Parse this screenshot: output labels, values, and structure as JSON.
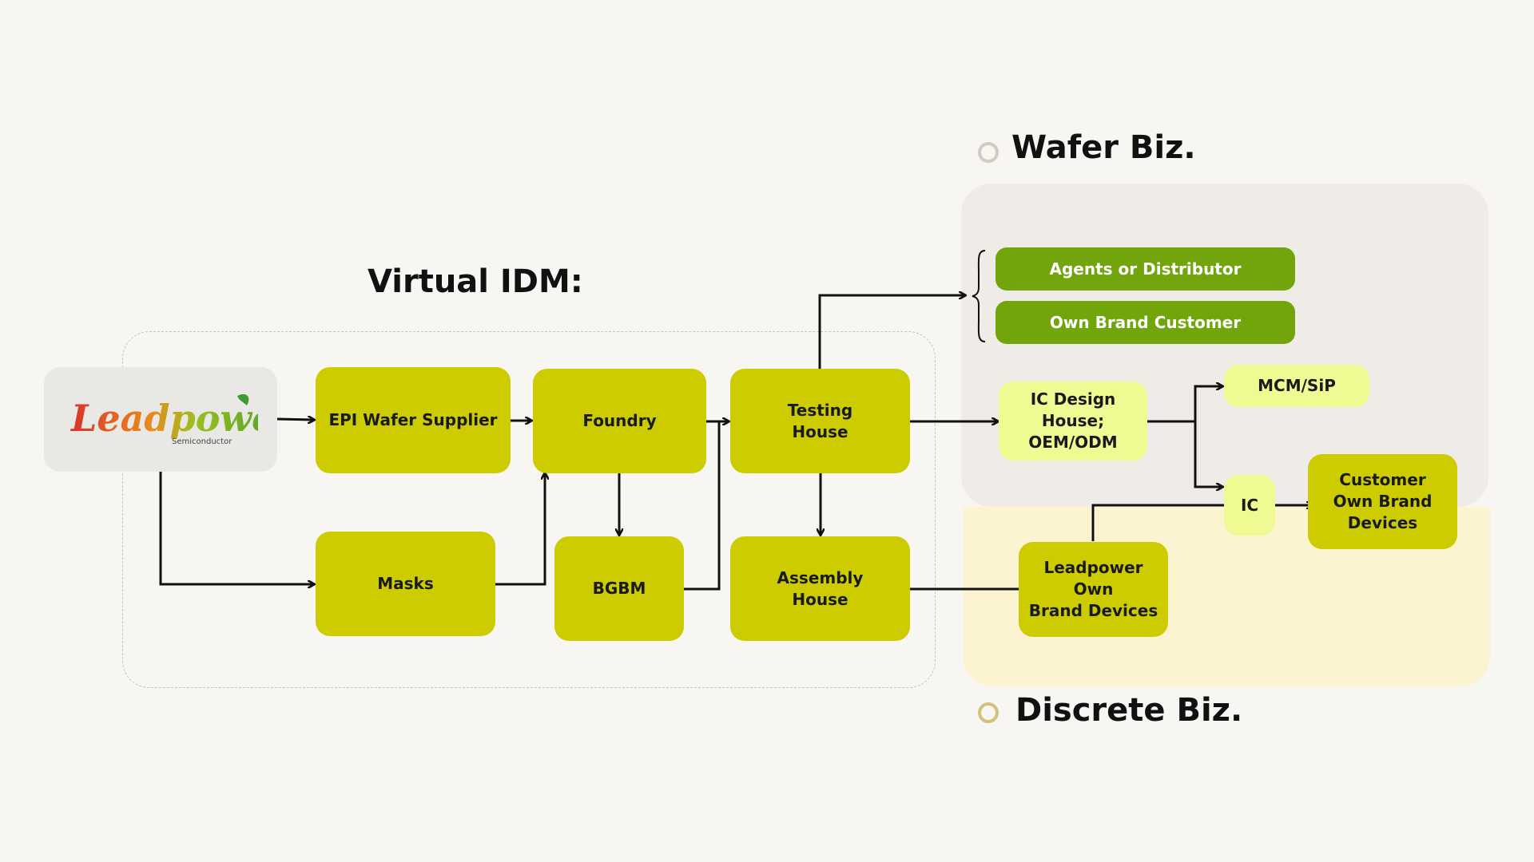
{
  "titles": {
    "virtual_idm": "Virtual IDM:",
    "wafer_biz": "Wafer Biz.",
    "discrete_biz": "Discrete Biz."
  },
  "logo": {
    "text": "Leadpower",
    "sub": "Semiconductor"
  },
  "nodes": {
    "epi_wafer_supplier": "EPI Wafer Supplier",
    "foundry": "Foundry",
    "testing_house": [
      "Testing",
      "House"
    ],
    "masks": "Masks",
    "bgbm": "BGBM",
    "assembly_house": [
      "Assembly",
      "House"
    ],
    "agents_or_distributor": "Agents or Distributor",
    "own_brand_customer": "Own Brand Customer",
    "ic_design_house": [
      "IC Design House;",
      "OEM/ODM"
    ],
    "mcm_sip": "MCM/SiP",
    "ic": "IC",
    "customer_own_brand_devices": [
      "Customer",
      "Own Brand",
      "Devices"
    ],
    "leadpower_own_brand_devices": [
      "Leadpower Own",
      "Brand Devices"
    ]
  },
  "colors": {
    "olive": "#cccc00",
    "lime": "#f0fa92",
    "green": "#72a50c",
    "wafer_region": "#efebe6",
    "discrete_region": "#fcf3d1"
  }
}
